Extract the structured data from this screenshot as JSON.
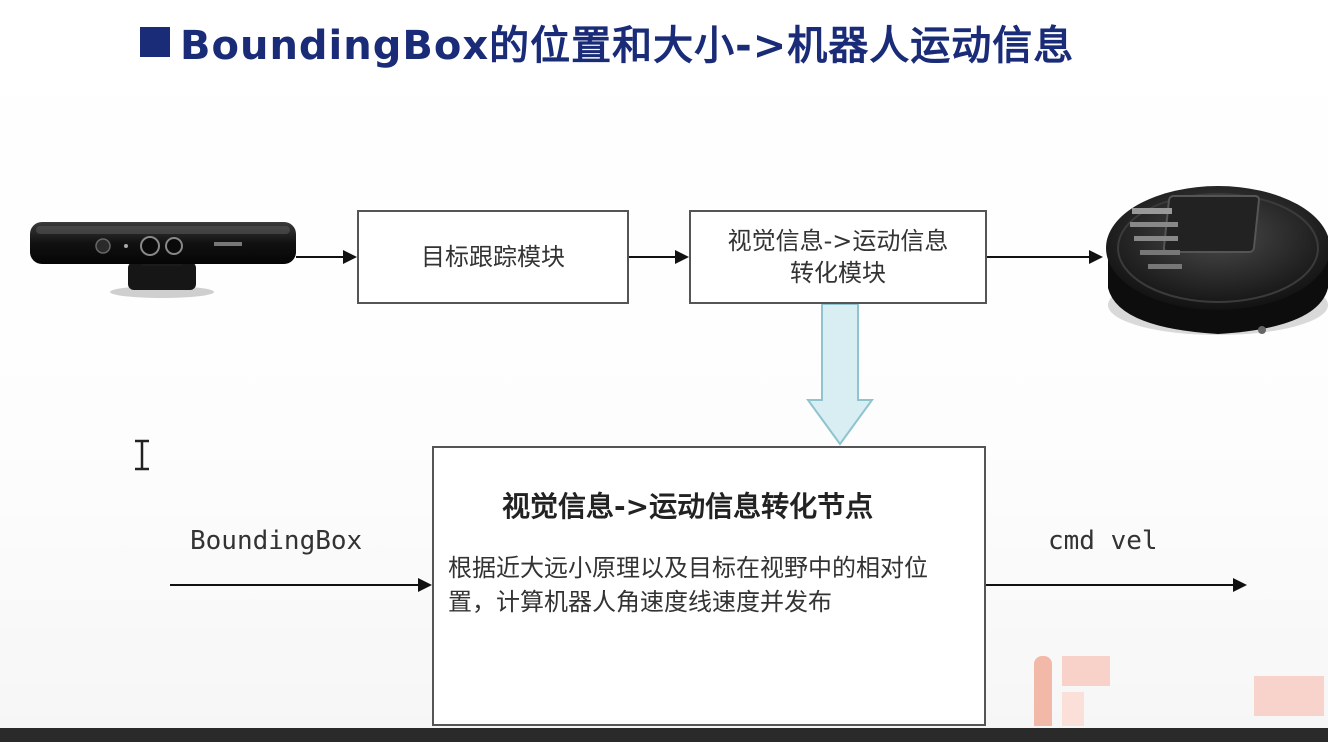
{
  "title": "BoundingBox的位置和大小->机器人运动信息",
  "boxes": {
    "tracking": "目标跟踪模块",
    "convert_line1": "视觉信息->运动信息",
    "convert_line2": "转化模块",
    "node_title": "视觉信息->运动信息转化节点",
    "node_desc": "根据近大远小原理以及目标在视野中的相对位置，计算机器人角速度线速度并发布"
  },
  "labels": {
    "input": "BoundingBox",
    "output": "cmd vel"
  },
  "icons": {
    "sensor": "kinect-sensor-icon",
    "robot": "turtlebot-robot-icon",
    "cursor": "text-cursor-icon"
  },
  "colors": {
    "title": "#1a2b78",
    "down_arrow_fill": "#d8eef2",
    "down_arrow_stroke": "#8fc4cf"
  }
}
